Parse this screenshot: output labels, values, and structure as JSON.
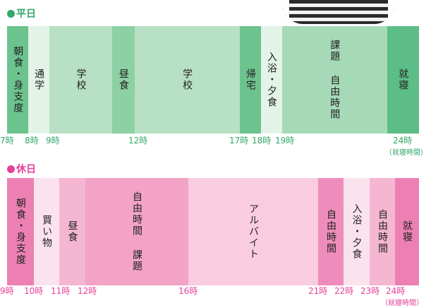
{
  "weekday": {
    "title": "平日",
    "color": "#33a86a",
    "segments": [
      {
        "label": "朝食・身支度",
        "color": "#6cc38e"
      },
      {
        "label": "通学",
        "color": "#e3f3e8"
      },
      {
        "label": "学校",
        "color": "#b8e0c4"
      },
      {
        "label": "昼食",
        "color": "#8dd0a3"
      },
      {
        "label": "学校",
        "color": "#b8e0c4"
      },
      {
        "label": "帰宅",
        "color": "#6cc38e"
      },
      {
        "label": "入浴・夕食",
        "color": "#e3f3e8"
      },
      {
        "label": "課題 自由時間",
        "color": "#a6dab7"
      },
      {
        "label": "就寝",
        "color": "#5cbd86"
      }
    ],
    "ticks": [
      "7時",
      "8時",
      "9時",
      "12時",
      "17時",
      "18時",
      "19時",
      "24時"
    ],
    "tick_note": "（就寝時間）"
  },
  "holiday": {
    "title": "休日",
    "color": "#e6409a",
    "segments": [
      {
        "label": "朝食・身支度",
        "color": "#ec80b2"
      },
      {
        "label": "買い物",
        "color": "#fbe3ee"
      },
      {
        "label": "昼食",
        "color": "#f5b6d2"
      },
      {
        "label": "自由時間 課題",
        "color": "#f2a3c6"
      },
      {
        "label": "アルバイト",
        "color": "#f9ccdf"
      },
      {
        "label": "自由時間",
        "color": "#ee8dbb"
      },
      {
        "label": "入浴・夕食",
        "color": "#fbe3ee"
      },
      {
        "label": "自由時間",
        "color": "#f5b6d2"
      },
      {
        "label": "就寝",
        "color": "#ec80b2"
      }
    ],
    "ticks": [
      "9時",
      "10時",
      "11時",
      "12時",
      "16時",
      "21時",
      "22時",
      "23時",
      "24時"
    ],
    "tick_note": "（就寝時間）"
  }
}
